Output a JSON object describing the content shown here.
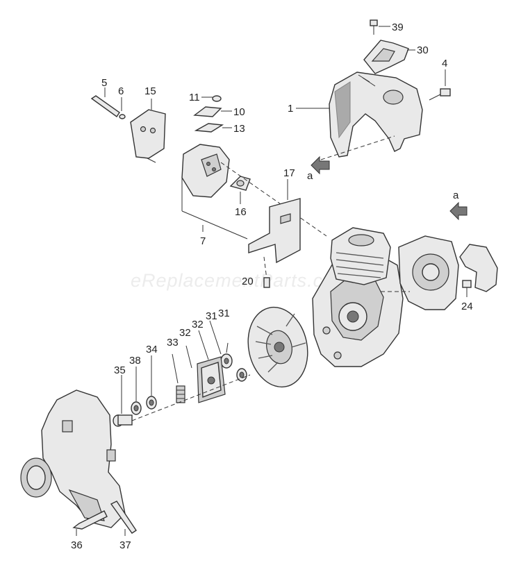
{
  "diagram": {
    "watermark": "eReplacementParts.com",
    "callouts": {
      "p39": "39",
      "p30": "30",
      "p4": "4",
      "p1": "1",
      "a_top": "a",
      "a_right": "a",
      "p5": "5",
      "p6": "6",
      "p15": "15",
      "p11": "11",
      "p10": "10",
      "p13": "13",
      "p17": "17",
      "p16": "16",
      "p7": "7",
      "p20": "20",
      "p24": "24",
      "p31a": "31",
      "p31b": "31",
      "p32a": "32",
      "p32b": "32",
      "p33": "33",
      "p34": "34",
      "p38": "38",
      "p35": "35",
      "p36": "36",
      "p37": "37"
    }
  }
}
